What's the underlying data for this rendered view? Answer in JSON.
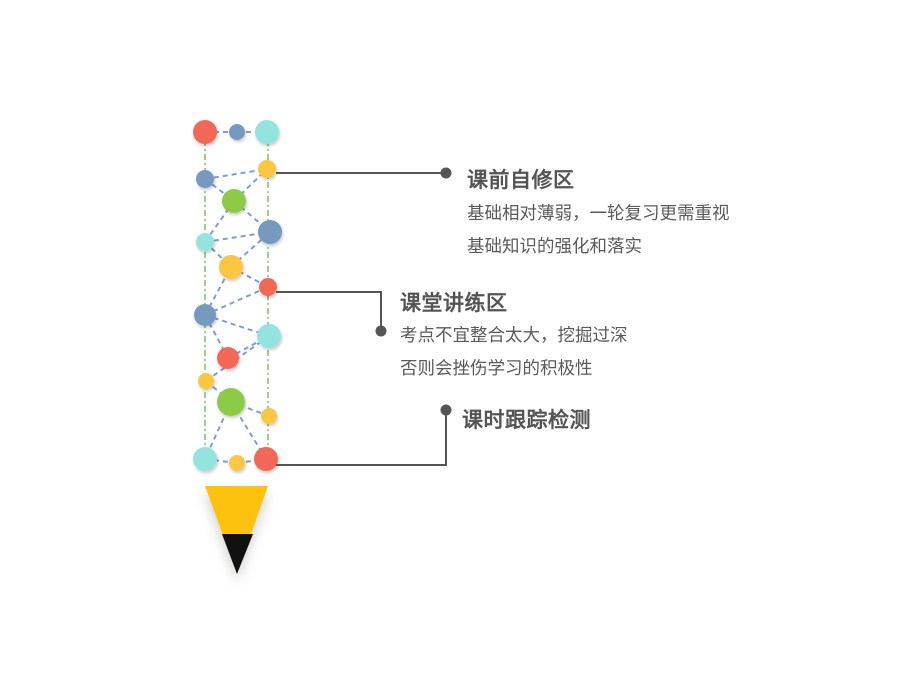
{
  "items": [
    {
      "title": "课前自修区",
      "lines": [
        "基础相对薄弱，一轮复习更需重视",
        "基础知识的强化和落实"
      ]
    },
    {
      "title": "课堂讲练区",
      "lines": [
        "考点不宜整合太大，挖掘过深",
        "否则会挫伤学习的积极性"
      ]
    },
    {
      "title": "课时跟踪检测",
      "lines": []
    }
  ],
  "colors": {
    "red": "#F26756",
    "blue": "#7699BE",
    "teal": "#93E3DE",
    "yellow": "#FBC63F",
    "green": "#8DCB47",
    "pencil_tip": "#FCC20C",
    "pencil_lead": "#111111",
    "connector": "#555555",
    "dash_blue": "#7C9ED6",
    "dash_green": "#7AC35A"
  }
}
